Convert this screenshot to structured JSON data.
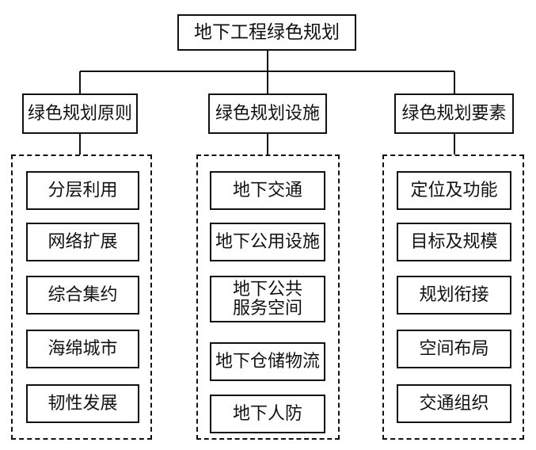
{
  "root": {
    "label": "地下工程绿色规划"
  },
  "columns": [
    {
      "title": "绿色规划原则",
      "items": [
        "分层利用",
        "网络扩展",
        "综合集约",
        "海绵城市",
        "韧性发展"
      ]
    },
    {
      "title": "绿色规划设施",
      "items": [
        "地下交通",
        "地下公用设施",
        "地下公共\n服务空间",
        "地下仓储物流",
        "地下人防"
      ]
    },
    {
      "title": "绿色规划要素",
      "items": [
        "定位及功能",
        "目标及规模",
        "规划衔接",
        "空间布局",
        "交通组织"
      ]
    }
  ]
}
